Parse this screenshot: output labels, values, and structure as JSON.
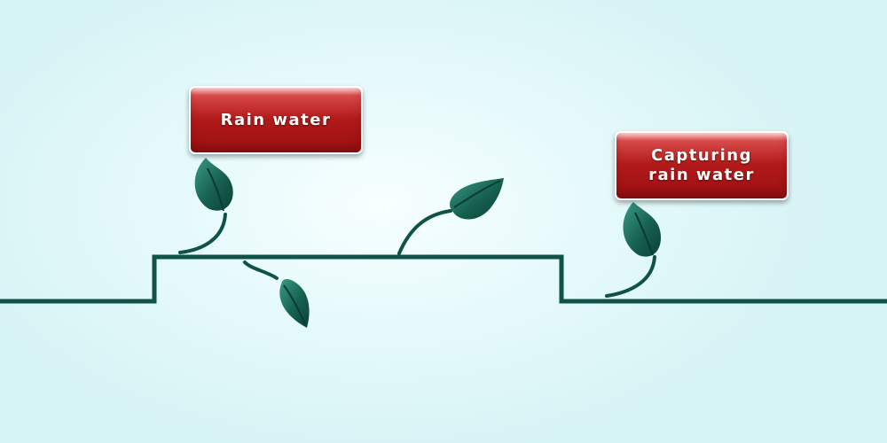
{
  "labels": {
    "rain_water": "Rain water",
    "capturing_line1": "Capturing",
    "capturing_line2": "rain water"
  },
  "colors": {
    "background": "#e2f8f9",
    "ground_line": "#0f5248",
    "leaf_dark": "#0f5045",
    "leaf_light": "#2f8a78",
    "label_red": "#b31a1a",
    "label_text": "#ffffff"
  }
}
